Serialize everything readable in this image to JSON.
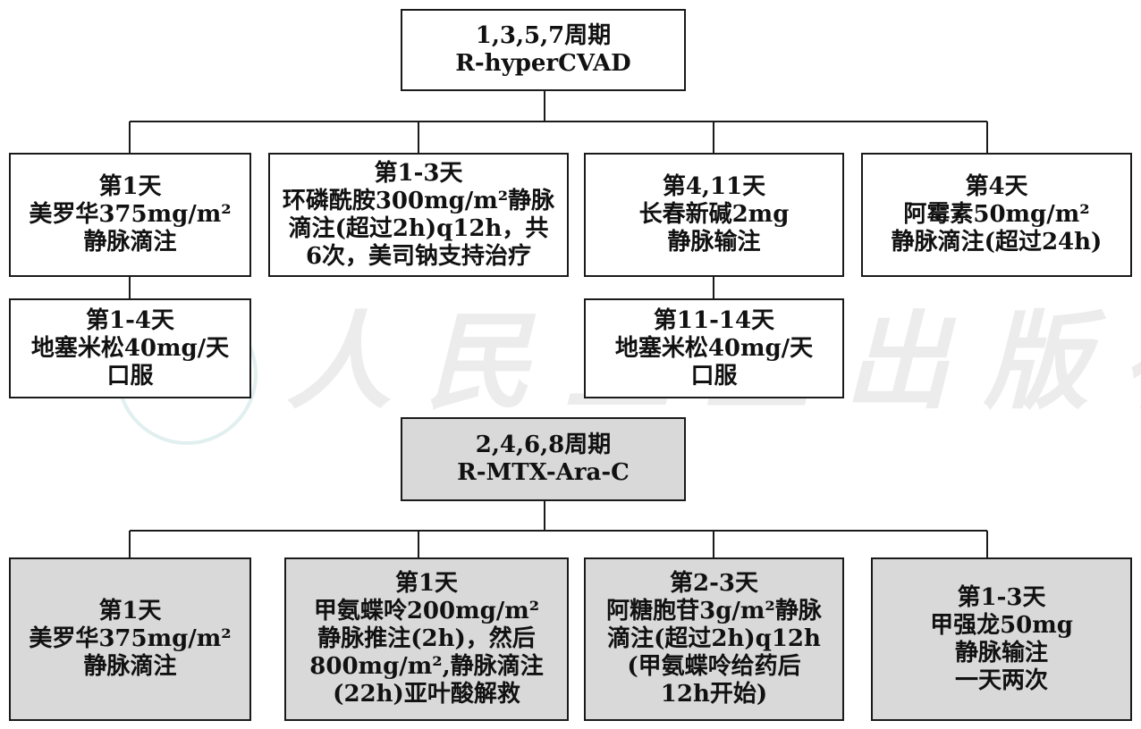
{
  "colors": {
    "white_fill": "#ffffff",
    "gray_fill": "#d9d9d9",
    "line": "#1a1a1a"
  },
  "watermark": {
    "text": "人民卫生出版社"
  },
  "cycle_a": {
    "header": [
      "1,3,5,7周期",
      "R-hyperCVAD"
    ],
    "children": [
      {
        "lines": [
          "第1天",
          "美罗华375mg/m²",
          "静脉滴注"
        ],
        "sub": [
          "第1-4天",
          "地塞米松40mg/天",
          "口服"
        ]
      },
      {
        "lines": [
          "第1-3天",
          "环磷酰胺300mg/m²静脉",
          "滴注(超过2h)q12h，共",
          "6次，美司钠支持治疗"
        ]
      },
      {
        "lines": [
          "第4,11天",
          "长春新碱2mg",
          "静脉输注"
        ],
        "sub": [
          "第11-14天",
          "地塞米松40mg/天",
          "口服"
        ]
      },
      {
        "lines": [
          "第4天",
          "阿霉素50mg/m²",
          "静脉滴注(超过24h)"
        ]
      }
    ]
  },
  "cycle_b": {
    "header": [
      "2,4,6,8周期",
      "R-MTX-Ara-C"
    ],
    "children": [
      {
        "lines": [
          "第1天",
          "美罗华375mg/m²",
          "静脉滴注"
        ]
      },
      {
        "lines": [
          "第1天",
          "甲氨蝶呤200mg/m²",
          "静脉推注(2h)，然后",
          "800mg/m²,静脉滴注",
          "(22h)亚叶酸解救"
        ]
      },
      {
        "lines": [
          "第2-3天",
          "阿糖胞苷3g/m²静脉",
          "滴注(超过2h)q12h",
          "(甲氨蝶呤给药后",
          "12h开始)"
        ]
      },
      {
        "lines": [
          "第1-3天",
          "甲强龙50mg",
          "静脉输注",
          "一天两次"
        ]
      }
    ]
  }
}
